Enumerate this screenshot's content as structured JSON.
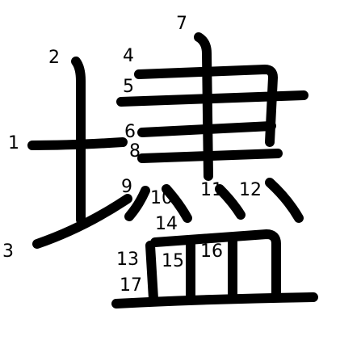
{
  "character": "壗",
  "stroke_count": 17,
  "stroke_numbers": [
    "1",
    "2",
    "3",
    "4",
    "5",
    "6",
    "7",
    "8",
    "9",
    "10",
    "11",
    "12",
    "13",
    "14",
    "15",
    "16",
    "17"
  ]
}
